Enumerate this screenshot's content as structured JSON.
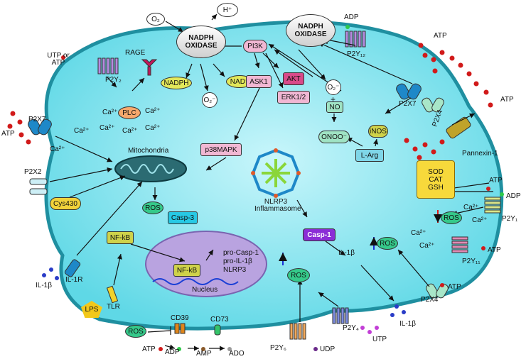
{
  "labels": {
    "o2_top": "O₂",
    "h_plus": "H⁺",
    "nadph_oxidase_1": "NADPH OXIDASE",
    "nadph_oxidase_2": "NADPH OXIDASE",
    "pi3k": "PI3K",
    "adp_top": "ADP",
    "p2y12": "P2Y₁₂",
    "atp_topright": "ATP",
    "atp_right": "ATP",
    "utp_or_atp": "UTP or ATP",
    "rage": "RAGE",
    "p2y2": "P2Y₂",
    "nadph": "NADPH",
    "nad_plus": "NAD⁺",
    "superoxide_1": "O₂⁻",
    "superoxide_2": "O₂⁻",
    "plus": "+",
    "ask1": "ASK1",
    "akt": "AKT",
    "erk12": "ERK1/2",
    "no": "NO",
    "p2x7_right": "P2X7",
    "p2x4_right": "P2X4",
    "inos": "iNOS",
    "pannexin": "Pannexin-1",
    "plc": "PLC",
    "ca_plc_a": "Ca²⁺",
    "ca_plc_b": "Ca²⁺",
    "ca_plc_c": "Ca²⁺",
    "ca_plc_d": "Ca²⁺",
    "ca_plc_e": "Ca²⁺",
    "ca_left": "Ca²⁺",
    "p2x7_left": "P2X7",
    "atp_left": "ATP",
    "ca_p2x7_left": "Ca²⁺",
    "mitochondria": "Mitochondria",
    "p38mapk": "p38MAPK",
    "onoo": "ONOO⁻",
    "larg": "L-Arg",
    "nlrp3_inflammasome": "NLRP3 Inflammasome",
    "sod": "SOD",
    "cat": "CAT",
    "gsh": "GSH",
    "atp_p2y1": "ATP",
    "adp_p2y1": "ADP",
    "p2x2": "P2X2",
    "cys430": "Cys430",
    "ros_mito": "ROS",
    "casp3": "Casp-3",
    "ros_p2y1": "ROS",
    "ca_p2y1_a": "Ca²⁺",
    "ca_p2y1_b": "Ca²⁺",
    "p2y1": "P2Y₁",
    "casp1": "Casp-1",
    "ca_p2y11_a": "Ca²⁺",
    "ca_p2y11_b": "Ca²⁺",
    "ros_p2y11": "ROS",
    "atp_p2y11": "ATP",
    "p2y11": "P2Y₁₁",
    "nfkb_out": "NF-kB",
    "nfkb_in": "NF-kB",
    "pro_casp1": "pro-Casp-1",
    "pro_il1b": "pro-IL-1β",
    "nlrp3": "NLRP3",
    "nucleus": "Nucleus",
    "il1b_in": "IL-1β",
    "il1b_left": "IL-1β",
    "il1r": "IL-1R",
    "ros_p2y6": "ROS",
    "atp_p2x4_bottom": "ATP",
    "p2x4_bottom": "P2X4",
    "il1b_right": "IL-1β",
    "lps": "LPS",
    "tlr": "TLR",
    "cd39": "CD39",
    "cd73": "CD73",
    "ros_bottom": "ROS",
    "p2y4": "P2Y₄",
    "utp_bottom": "UTP",
    "atp_bottom": "ATP",
    "adp_bottom": "ADP",
    "amp": "AMP",
    "ado": "ADO",
    "p2y6": "P2Y₆",
    "udp": "UDP"
  },
  "colors": {
    "cytoplasm": "#7fe6f0",
    "membrane": "#1f8fa0",
    "nucleus": "#b9a3e0",
    "atp_dot": "#d11a1a",
    "adp_dot": "#2ec94a",
    "utp_dot": "#c23fd6",
    "il1b_dot": "#2a3cc7",
    "udp_dot": "#6a2a8a",
    "ado_dot": "#9a9a9a",
    "amp_dot": "#8a5a2a",
    "increase_arrow": "#1a2fd6",
    "decrease_arrow": "#e01a1a"
  }
}
